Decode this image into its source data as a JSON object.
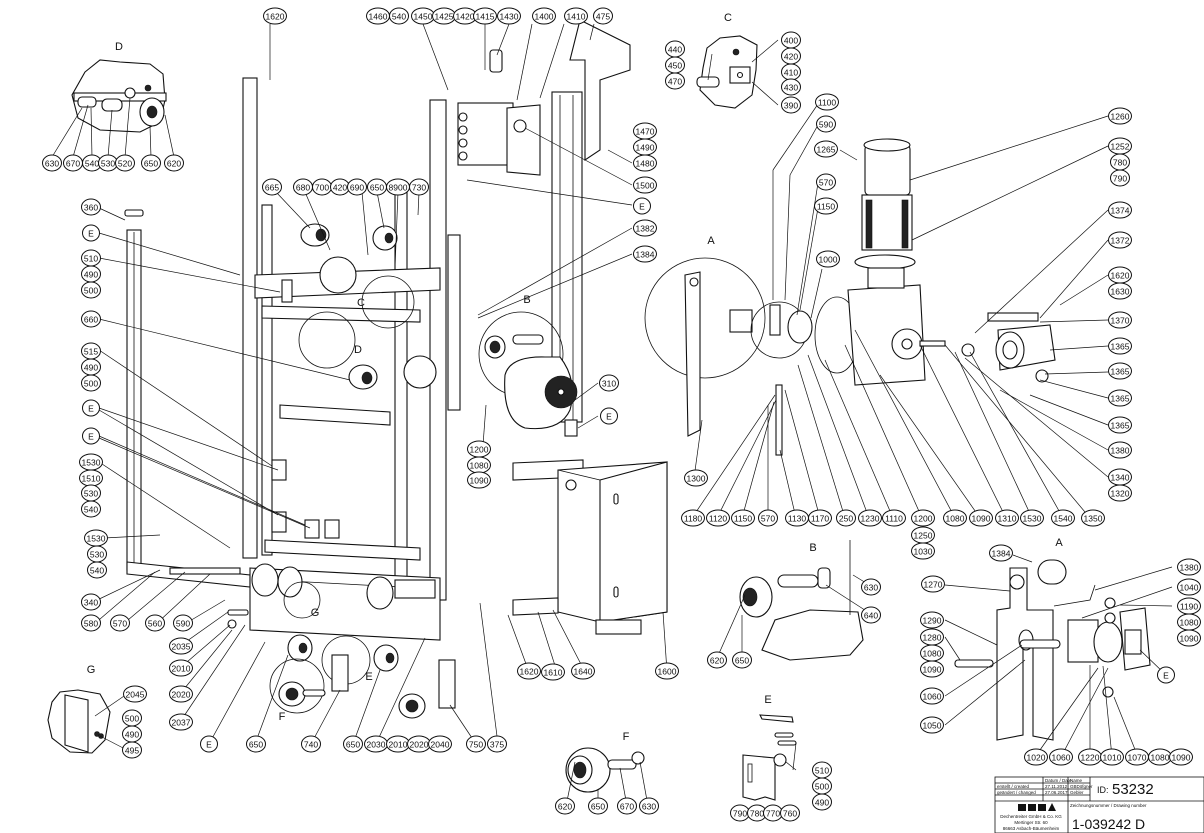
{
  "view_labels": {
    "D": "D",
    "C_top": "C",
    "A_main": "A",
    "B_main": "B",
    "C_frame": "C",
    "D_frame": "D",
    "G_frame": "G",
    "G_detail": "G",
    "E_frame": "E",
    "F_frame": "F",
    "B_detail": "B",
    "A_detail": "A",
    "E_detail": "E",
    "F_detail": "F"
  },
  "callouts": {
    "top_row": [
      "1460",
      "540",
      "1450",
      "1425",
      "1420",
      "1415",
      "1430",
      "1400",
      "1410",
      "475"
    ],
    "top_1620": "1620",
    "detail_D": [
      "630",
      "670",
      "540",
      "530",
      "520",
      "650",
      "620"
    ],
    "frame_top": [
      "665",
      "680",
      "700",
      "420",
      "690",
      "650",
      "8900",
      "730"
    ],
    "left_column": [
      "360",
      "E",
      "510",
      "490",
      "500",
      "660",
      "515",
      "490",
      "500",
      "E",
      "E",
      "1530",
      "1510",
      "530",
      "540",
      "1530",
      "530",
      "540",
      "340"
    ],
    "bottom_left_row": [
      "580",
      "570",
      "560",
      "590"
    ],
    "g_stack": [
      "2035",
      "2010",
      "2020",
      "2037"
    ],
    "detail_G": [
      "2045",
      "500",
      "490",
      "495"
    ],
    "bottom_frame": [
      "E",
      "650",
      "740",
      "650",
      "2030",
      "2010",
      "2020",
      "2040",
      "750",
      "375"
    ],
    "mast_right": [
      "1470",
      "1490",
      "1480",
      "1500",
      "E",
      "1382",
      "1384"
    ],
    "motor_B": [
      "310",
      "E",
      "1200",
      "1080",
      "1090"
    ],
    "control_box": [
      "1620",
      "1610",
      "1640",
      "1600"
    ],
    "detail_C": [
      "440",
      "450",
      "470",
      "400",
      "420",
      "410",
      "430",
      "390"
    ],
    "drive_top": [
      "1100",
      "590",
      "1265",
      "570",
      "1150",
      "1000",
      "1300"
    ],
    "right_column": [
      "1260",
      "1252",
      "780",
      "790",
      "1374",
      "1372",
      "1620",
      "1630",
      "1370",
      "1365",
      "1365",
      "1365",
      "1365",
      "1380",
      "1340",
      "1320",
      "1350"
    ],
    "drive_bottom": [
      "1180",
      "1120",
      "1150",
      "570",
      "1130",
      "1170",
      "250",
      "1230",
      "1110",
      "1200",
      "1080",
      "1090",
      "1310",
      "1530",
      "1540",
      "1250",
      "1030"
    ],
    "detail_B": [
      "620",
      "650",
      "630",
      "640"
    ],
    "detail_F": [
      "620",
      "650",
      "670",
      "630"
    ],
    "detail_E": [
      "790",
      "780",
      "770",
      "760",
      "510",
      "500",
      "490"
    ],
    "detail_A": [
      "1384",
      "1270",
      "1290",
      "1280",
      "1080",
      "1090",
      "1060",
      "1050",
      "1380",
      "1040",
      "1190",
      "1080",
      "1090",
      "E",
      "1020",
      "1060",
      "1220",
      "1010",
      "1070",
      "1080",
      "1090"
    ]
  },
  "title_block": {
    "header_date": "Datum / Date",
    "header_name": "Name",
    "row1_label": "erstellt / created",
    "row1_date": "27.11.2012",
    "row1_name": "GBDöfgner",
    "row2_label": "geändert / changed",
    "row2_date": "27.06.2017",
    "row2_name": "Gebler",
    "id_label": "ID:",
    "id_value": "53232",
    "drawing_number_label": "Zeichnungsnummer / Drawing number",
    "drawing_number": "1-039242 D",
    "company_logo": "GEDA",
    "company_name": "Dechentreiter GmbH & Co. KG",
    "company_street": "Mertinger Str. 60",
    "company_city": "86663 Asbach-Bäumenheim"
  }
}
